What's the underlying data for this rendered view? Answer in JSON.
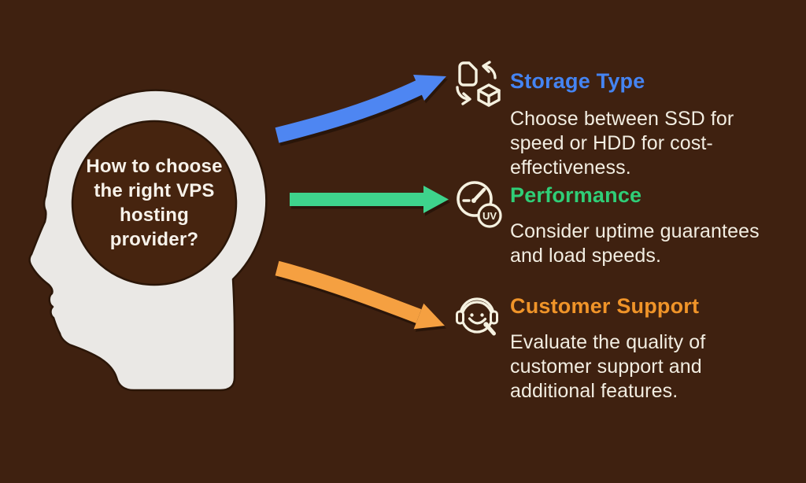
{
  "colors": {
    "background": "#3f2110",
    "head_fill": "#eae8e5",
    "outline": "#2b1608",
    "panel_circle": "#46240f",
    "question_text": "#f7f2ea",
    "body_text": "#f2ede1",
    "icon_stroke": "#f5f1e0"
  },
  "center": {
    "question": "How to choose\nthe right VPS\nhosting\nprovider?"
  },
  "sections": [
    {
      "title": "Storage Type",
      "title_color": "#4584f2",
      "arrow_color": "#4e86f2",
      "icon": "data-transfer-icon",
      "body": "Choose between SSD for\nspeed or HDD for cost-\neffectiveness."
    },
    {
      "title": "Performance",
      "title_color": "#2fce77",
      "arrow_color": "#3ed38c",
      "icon": "speedometer-icon",
      "icon_badge": "UV",
      "body": "Consider uptime guarantees\nand load speeds."
    },
    {
      "title": "Customer Support",
      "title_color": "#f09429",
      "arrow_color": "#f5a041",
      "icon": "headset-agent-icon",
      "body": "Evaluate the quality of\ncustomer support and\nadditional features."
    }
  ]
}
